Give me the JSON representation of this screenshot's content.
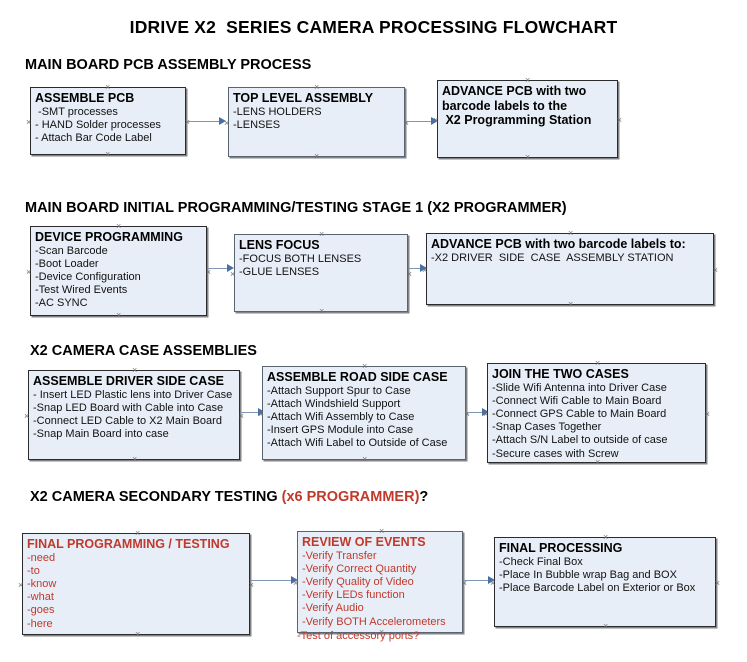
{
  "document": {
    "title": "IDRIVE X2  SERIES CAMERA PROCESSING FLOWCHART"
  },
  "sections": [
    {
      "id": "main-board-pcb-assembly-process",
      "heading": "MAIN BOARD PCB ASSEMBLY PROCESS",
      "heading_accent": "",
      "heading_tail": ""
    },
    {
      "id": "main-board-initial-programming",
      "heading": "MAIN BOARD INITIAL PROGRAMMING/TESTING STAGE 1 (X2 PROGRAMMER)",
      "heading_accent": "",
      "heading_tail": ""
    },
    {
      "id": "x2-camera-case-assemblies",
      "heading": "X2 CAMERA CASE ASSEMBLIES",
      "heading_accent": "",
      "heading_tail": ""
    },
    {
      "id": "x2-camera-secondary-testing",
      "heading": "X2 CAMERA SECONDARY TESTING ",
      "heading_accent": "(x6 PROGRAMMER)",
      "heading_tail": "?"
    }
  ],
  "nodes": {
    "assemble_pcb": {
      "title": "ASSEMBLE PCB",
      "lines": [
        " -SMT processes",
        "- HAND Solder processes",
        "- Attach Bar Code Label"
      ]
    },
    "top_level_assembly": {
      "title": "TOP LEVEL ASSEMBLY",
      "lines": [
        "-LENS HOLDERS",
        "-LENSES"
      ]
    },
    "advance_pcb_x2_station": {
      "title": "ADVANCE PCB with two",
      "title_line2": "barcode labels to the",
      "title_line3": " X2 Programming Station",
      "lines": []
    },
    "device_programming": {
      "title": "DEVICE PROGRAMMING",
      "lines": [
        "-Scan Barcode",
        "-Boot Loader",
        "-Device Configuration",
        "-Test Wired Events",
        "-AC SYNC"
      ]
    },
    "lens_focus": {
      "title": "LENS FOCUS",
      "lines": [
        "-FOCUS BOTH LENSES",
        "-GLUE LENSES"
      ]
    },
    "advance_pcb_driver_side": {
      "title": "ADVANCE PCB with two barcode labels to:",
      "lines": [
        "-X2 DRIVER  SIDE  CASE  ASSEMBLY STATION"
      ]
    },
    "assemble_driver_side_case": {
      "title": "ASSEMBLE DRIVER SIDE CASE",
      "lines": [
        "- Insert LED Plastic lens into Driver Case",
        "-Snap LED Board with Cable into Case",
        "-Connect LED Cable to X2 Main Board",
        "-Snap Main Board into case"
      ]
    },
    "assemble_road_side_case": {
      "title": "ASSEMBLE ROAD SIDE CASE",
      "lines": [
        "-Attach Support Spur to Case",
        "-Attach Windshield Support",
        "-Attach Wifi Assembly to Case",
        "-Insert GPS Module into Case",
        "-Attach Wifi Label to Outside of Case"
      ]
    },
    "join_the_two_cases": {
      "title": "JOIN THE TWO CASES",
      "lines": [
        "-Slide Wifi Antenna into Driver Case",
        "-Connect Wifi Cable to Main Board",
        "-Connect GPS Cable to Main Board",
        "-Snap Cases Together",
        "-Attach S/N Label to outside of case",
        "-Secure cases with Screw"
      ]
    },
    "final_programming_testing": {
      "title": "FINAL PROGRAMMING / TESTING",
      "lines": [
        "-need",
        "-to",
        "-know",
        "-what",
        "-goes",
        "-here"
      ]
    },
    "review_of_events": {
      "title": "REVIEW OF EVENTS",
      "lines": [
        "-Verify Transfer",
        "-Verify Correct Quantity",
        "-Verify Quality of Video",
        "-Verify LEDs function",
        "-Verify Audio",
        "-Verify BOTH Accelerometers"
      ],
      "overflow_line": "-Test of accessory ports?"
    },
    "final_processing": {
      "title": "FINAL PROCESSING",
      "lines": [
        "-Check Final Box",
        "-Place In Bubble wrap Bag and BOX",
        "-Place Barcode Label on Exterior or Box"
      ]
    }
  },
  "colors": {
    "node_fill": "#e8eef7",
    "node_border": "#2b2b2b",
    "connector": "#7f95b4",
    "accent_red": "#c0392b",
    "text": "#000000"
  },
  "glyphs": {
    "handle": "×"
  }
}
